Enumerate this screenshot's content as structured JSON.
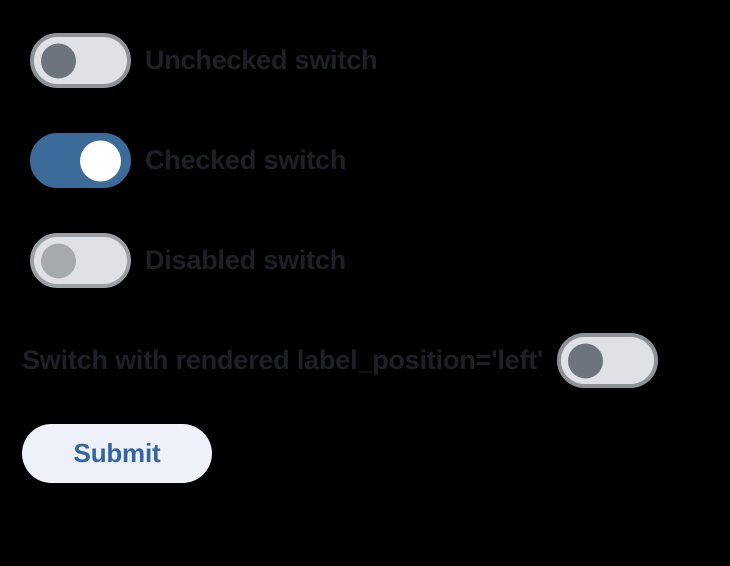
{
  "page": {
    "background_color": "#000000",
    "text_color": "#1d2026"
  },
  "colors": {
    "accent_blue": "#3c6a99",
    "track_off": "#dfe1e6",
    "track_border_off": "#8d9299",
    "thumb_off": "#6c757d",
    "thumb_disabled": "#a6aaae",
    "thumb_on": "#ffffff",
    "button_bg": "#eef0fa",
    "button_text": "#33679f"
  },
  "switches": [
    {
      "id": "unchecked-switch",
      "label": "Unchecked switch",
      "state": "off",
      "checked": false,
      "disabled": false,
      "label_position": "right"
    },
    {
      "id": "checked-switch",
      "label": "Checked switch",
      "state": "on",
      "checked": true,
      "disabled": false,
      "label_position": "right"
    },
    {
      "id": "disabled-switch",
      "label": "Disabled switch",
      "state": "disabled",
      "checked": false,
      "disabled": true,
      "label_position": "right"
    },
    {
      "id": "label-left-switch",
      "label": "Switch with rendered label_position='left'",
      "state": "off",
      "checked": false,
      "disabled": false,
      "label_position": "left"
    }
  ],
  "form": {
    "submit_label": "Submit"
  }
}
